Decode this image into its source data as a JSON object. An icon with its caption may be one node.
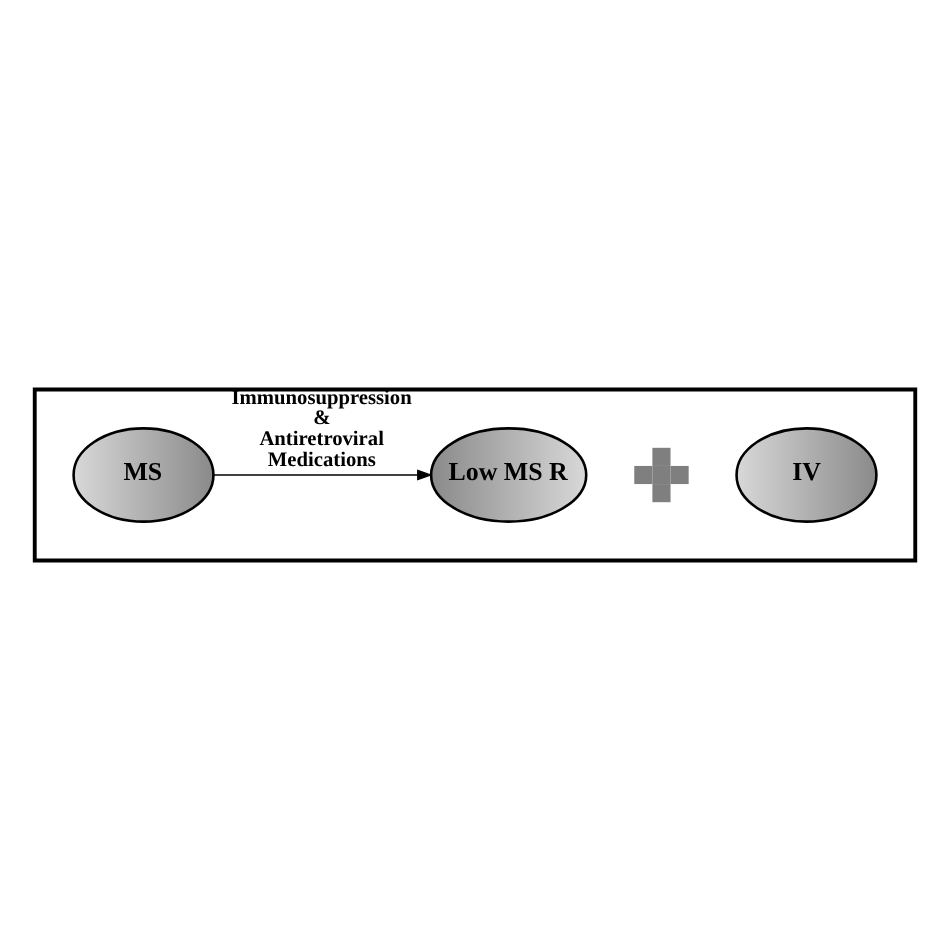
{
  "diagram": {
    "nodes": [
      {
        "text": [],
        "shape": "box"
      },
      {
        "text": [
          "IV"
        ],
        "in": 0
      },
      {
        "text": [],
        "shape": "cross",
        "in": 0
      },
      {
        "text": [
          "MS"
        ],
        "in": 0
      },
      {
        "text": [
          "Low MS R"
        ],
        "in": 0
      }
    ],
    "edges": [
      {
        "from": 3,
        "to": 4,
        "arrow": "to",
        "label": "Immunosuppression & Antiretroviral Medications"
      }
    ]
  }
}
